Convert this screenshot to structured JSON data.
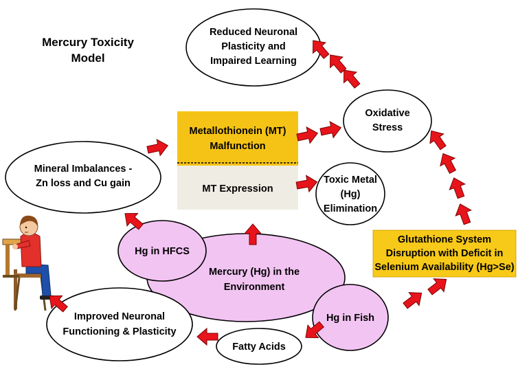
{
  "title_lines": [
    "Mercury Toxicity",
    "Model"
  ],
  "nodes": {
    "reduced_plasticity": [
      "Reduced Neuronal",
      "Plasticity and",
      "Impaired Learning"
    ],
    "oxidative_stress": [
      "Oxidative",
      "Stress"
    ],
    "mt_malfunction": [
      "Metallothionein (MT)",
      "Malfunction"
    ],
    "mt_expression": [
      "MT Expression"
    ],
    "toxic_metal": [
      "Toxic Metal",
      "(Hg)",
      "Elimination"
    ],
    "mineral_imbalances": [
      "Mineral Imbalances -",
      "Zn loss and Cu gain"
    ],
    "glutathione": [
      "Glutathione System",
      "Disruption with Deficit in",
      "Selenium Availability (Hg>Se)"
    ],
    "hg_hfcs": [
      "Hg in HFCS"
    ],
    "mercury_env": [
      "Mercury (Hg) in the",
      "Environment"
    ],
    "hg_fish": [
      "Hg in Fish"
    ],
    "improved_functioning": [
      "Improved Neuronal",
      "Functioning & Plasticity"
    ],
    "fatty_acids": [
      "Fatty Acids"
    ]
  },
  "colors": {
    "arrow": "#e8141b",
    "ellipse_pink": "#f2c4f2",
    "mt_box": "#f5c315",
    "expression_box": "#efece3",
    "glutathione_box": "#f7c918"
  }
}
